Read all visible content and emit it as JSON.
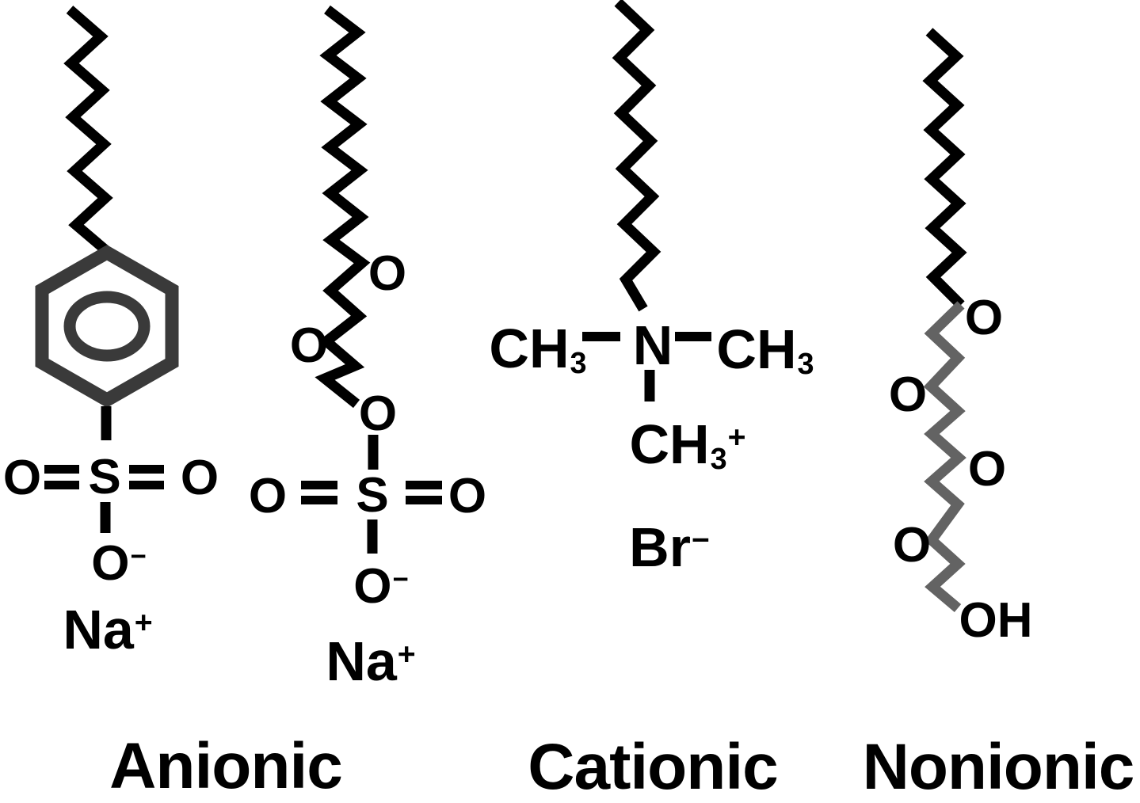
{
  "colors": {
    "background": "#ffffff",
    "bond_black": "#000000",
    "benzene_ring_gray": "#3a3a3a",
    "peg_chain_gray": "#636363",
    "text": "#000000"
  },
  "molecules": {
    "benzenesulfonate": {
      "o_left": "O",
      "s": "S",
      "o_right": "O",
      "o_minus": {
        "text": "O",
        "charge": "−"
      },
      "counterion": {
        "text": "Na",
        "charge": "+"
      }
    },
    "laureth_sulfate": {
      "ether_o_1": "O",
      "ether_o_2": "O",
      "ester_o": "O",
      "o_left": "O",
      "s": "S",
      "o_right": "O",
      "o_minus": {
        "text": "O",
        "charge": "−"
      },
      "counterion": {
        "text": "Na",
        "charge": "+"
      }
    },
    "quaternary_ammonium": {
      "methyl_left": {
        "text": "CH",
        "sub": "3"
      },
      "n": "N",
      "methyl_right": {
        "text": "CH",
        "sub": "3"
      },
      "methyl_bottom": {
        "text": "CH",
        "sub": "3",
        "charge": "+"
      },
      "counterion": {
        "text": "Br",
        "charge": "−"
      }
    },
    "ethoxylate": {
      "ether_o_1": "O",
      "ether_o_2": "O",
      "ether_o_3": "O",
      "ether_o_4": "O",
      "hydroxyl": "OH"
    }
  },
  "captions": {
    "anionic": "Anionic",
    "cationic": "Cationic",
    "nonionic": "Nonionic"
  }
}
